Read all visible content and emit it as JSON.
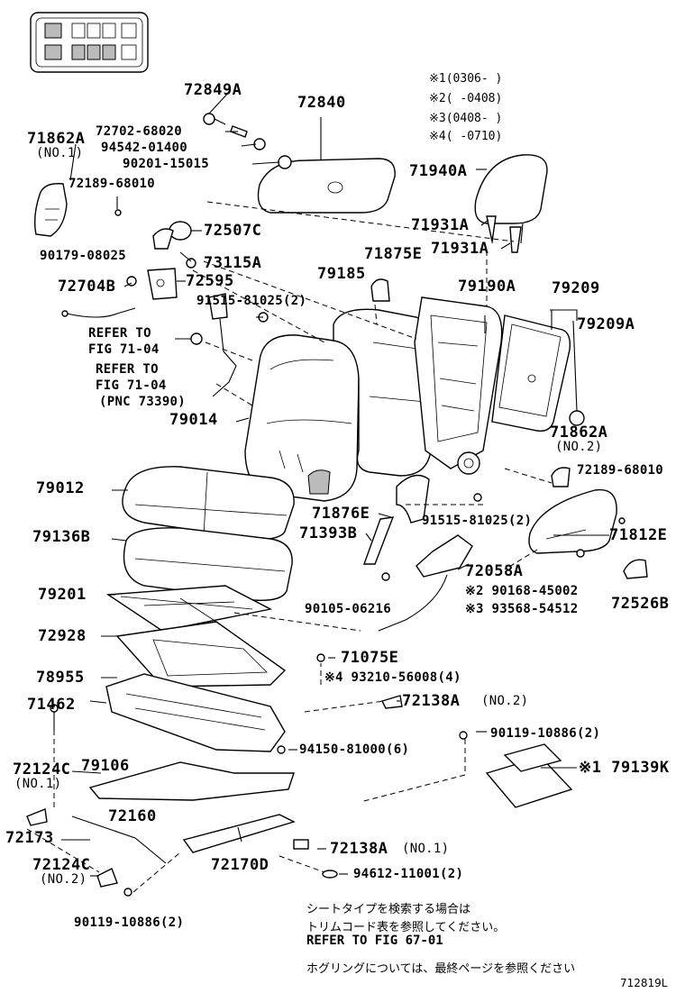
{
  "legend": {
    "v1": "※1(0306-        )",
    "v2": "※2(        -0408)",
    "v3": "※3(0408-        )",
    "v4": "※4(        -0710)"
  },
  "labels": {
    "p72849A": "72849A",
    "p72840": "72840",
    "p72702": "72702-68020",
    "p94542": "94542-01400",
    "p90201": "90201-15015",
    "p71862A_top": "71862A",
    "p71862A_top_no": "(NO.1)",
    "p72189_top": "72189-68010",
    "p71940A": "71940A",
    "p71931A_1": "71931A",
    "p71931A_2": "71931A",
    "p72507C": "72507C",
    "p90179": "90179-08025",
    "p73115A": "73115A",
    "p71875E": "71875E",
    "p79185": "79185",
    "p72704B": "72704B",
    "p72595": "72595",
    "p91515_top": "91515-81025(2)",
    "p79190A": "79190A",
    "p79209": "79209",
    "p79209A": "79209A",
    "refer1a": "REFER TO",
    "refer1b": "FIG 71-04",
    "refer2a": "REFER TO",
    "refer2b": "FIG 71-04",
    "refer2c": "(PNC 73390)",
    "p79014": "79014",
    "p71862A_r": "71862A",
    "p71862A_r_no": "(NO.2)",
    "p72189_r": "72189-68010",
    "p79012": "79012",
    "p71876E": "71876E",
    "p91515_r": "91515-81025(2)",
    "p79136B": "79136B",
    "p71393B": "71393B",
    "p71812E": "71812E",
    "p72058A": "72058A",
    "p79201": "79201",
    "p90168": "※2  90168-45002",
    "p93568": "※3  93568-54512",
    "p72526B": "72526B",
    "p90105": "90105-06216",
    "p72928": "72928",
    "p71075E": "71075E",
    "p78955": "78955",
    "p93210": "※4 93210-56008(4)",
    "p71462": "71462",
    "p72138A_no2": "72138A",
    "p72138A_no2_tag": "(NO.2)",
    "p90119_r": "90119-10886(2)",
    "p72124C_1": "72124C",
    "p72124C_1_no": "(NO.1)",
    "p79106": "79106",
    "p94150": "94150-81000(6)",
    "p79139K": "※1 79139K",
    "p72160": "72160",
    "p72173": "72173",
    "p72138A_no1": "72138A",
    "p72138A_no1_tag": "(NO.1)",
    "p72124C_2": "72124C",
    "p72124C_2_no": "(NO.2)",
    "p72170D": "72170D",
    "p94612": "94612-11001(2)",
    "p90119_b": "90119-10886(2)"
  },
  "notes": {
    "jp1": "シートタイプを検索する場合は",
    "jp2": "トリムコード表を参照してください。",
    "refer": "REFER TO FIG 67-01",
    "jp3": "ホグリングについては、最終ページを参照ください",
    "fig_id": "712819L"
  }
}
